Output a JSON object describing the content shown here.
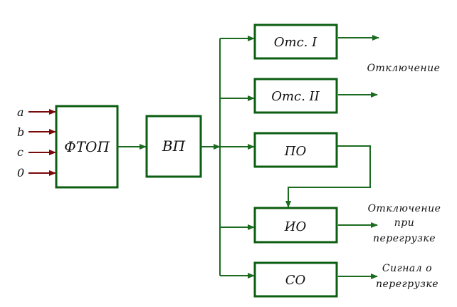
{
  "diagram": {
    "colors": {
      "block_stroke": "#0b5e12",
      "wire": "#1a6b1f",
      "input_wire": "#7a0a0a",
      "text": "#111111"
    },
    "inputs": [
      "a",
      "b",
      "c",
      "0"
    ],
    "blocks": {
      "ftop": "ФТОП",
      "vp": "ВП",
      "ots1": "Отс. I",
      "ots2": "Отс. II",
      "po": "ПО",
      "io": "ИО",
      "so": "СО"
    },
    "outputs": {
      "trip": "Отключение",
      "overload_trip": [
        "Отключение",
        "при",
        "перегрузке"
      ],
      "overload_signal": [
        "Сигнал о",
        "перегрузке"
      ]
    }
  }
}
